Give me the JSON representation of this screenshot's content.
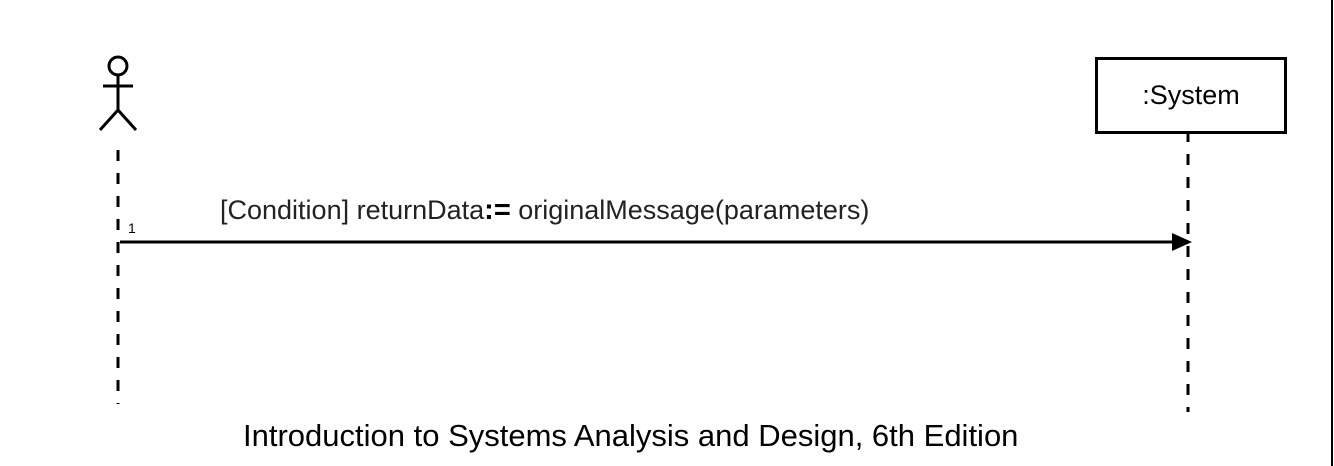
{
  "lifelines": {
    "actor": {
      "icon": "stick-figure-actor-icon"
    },
    "system": {
      "label": ":System"
    }
  },
  "message": {
    "sequence_number": "1",
    "condition_text": "[Condition] returnData",
    "assign_operator": ":=",
    "call_text": " originalMessage(parameters)"
  },
  "footer": {
    "text": "Introduction to Systems Analysis and Design, 6th Edition"
  },
  "colors": {
    "line": "#000000",
    "background": "#ffffff"
  }
}
